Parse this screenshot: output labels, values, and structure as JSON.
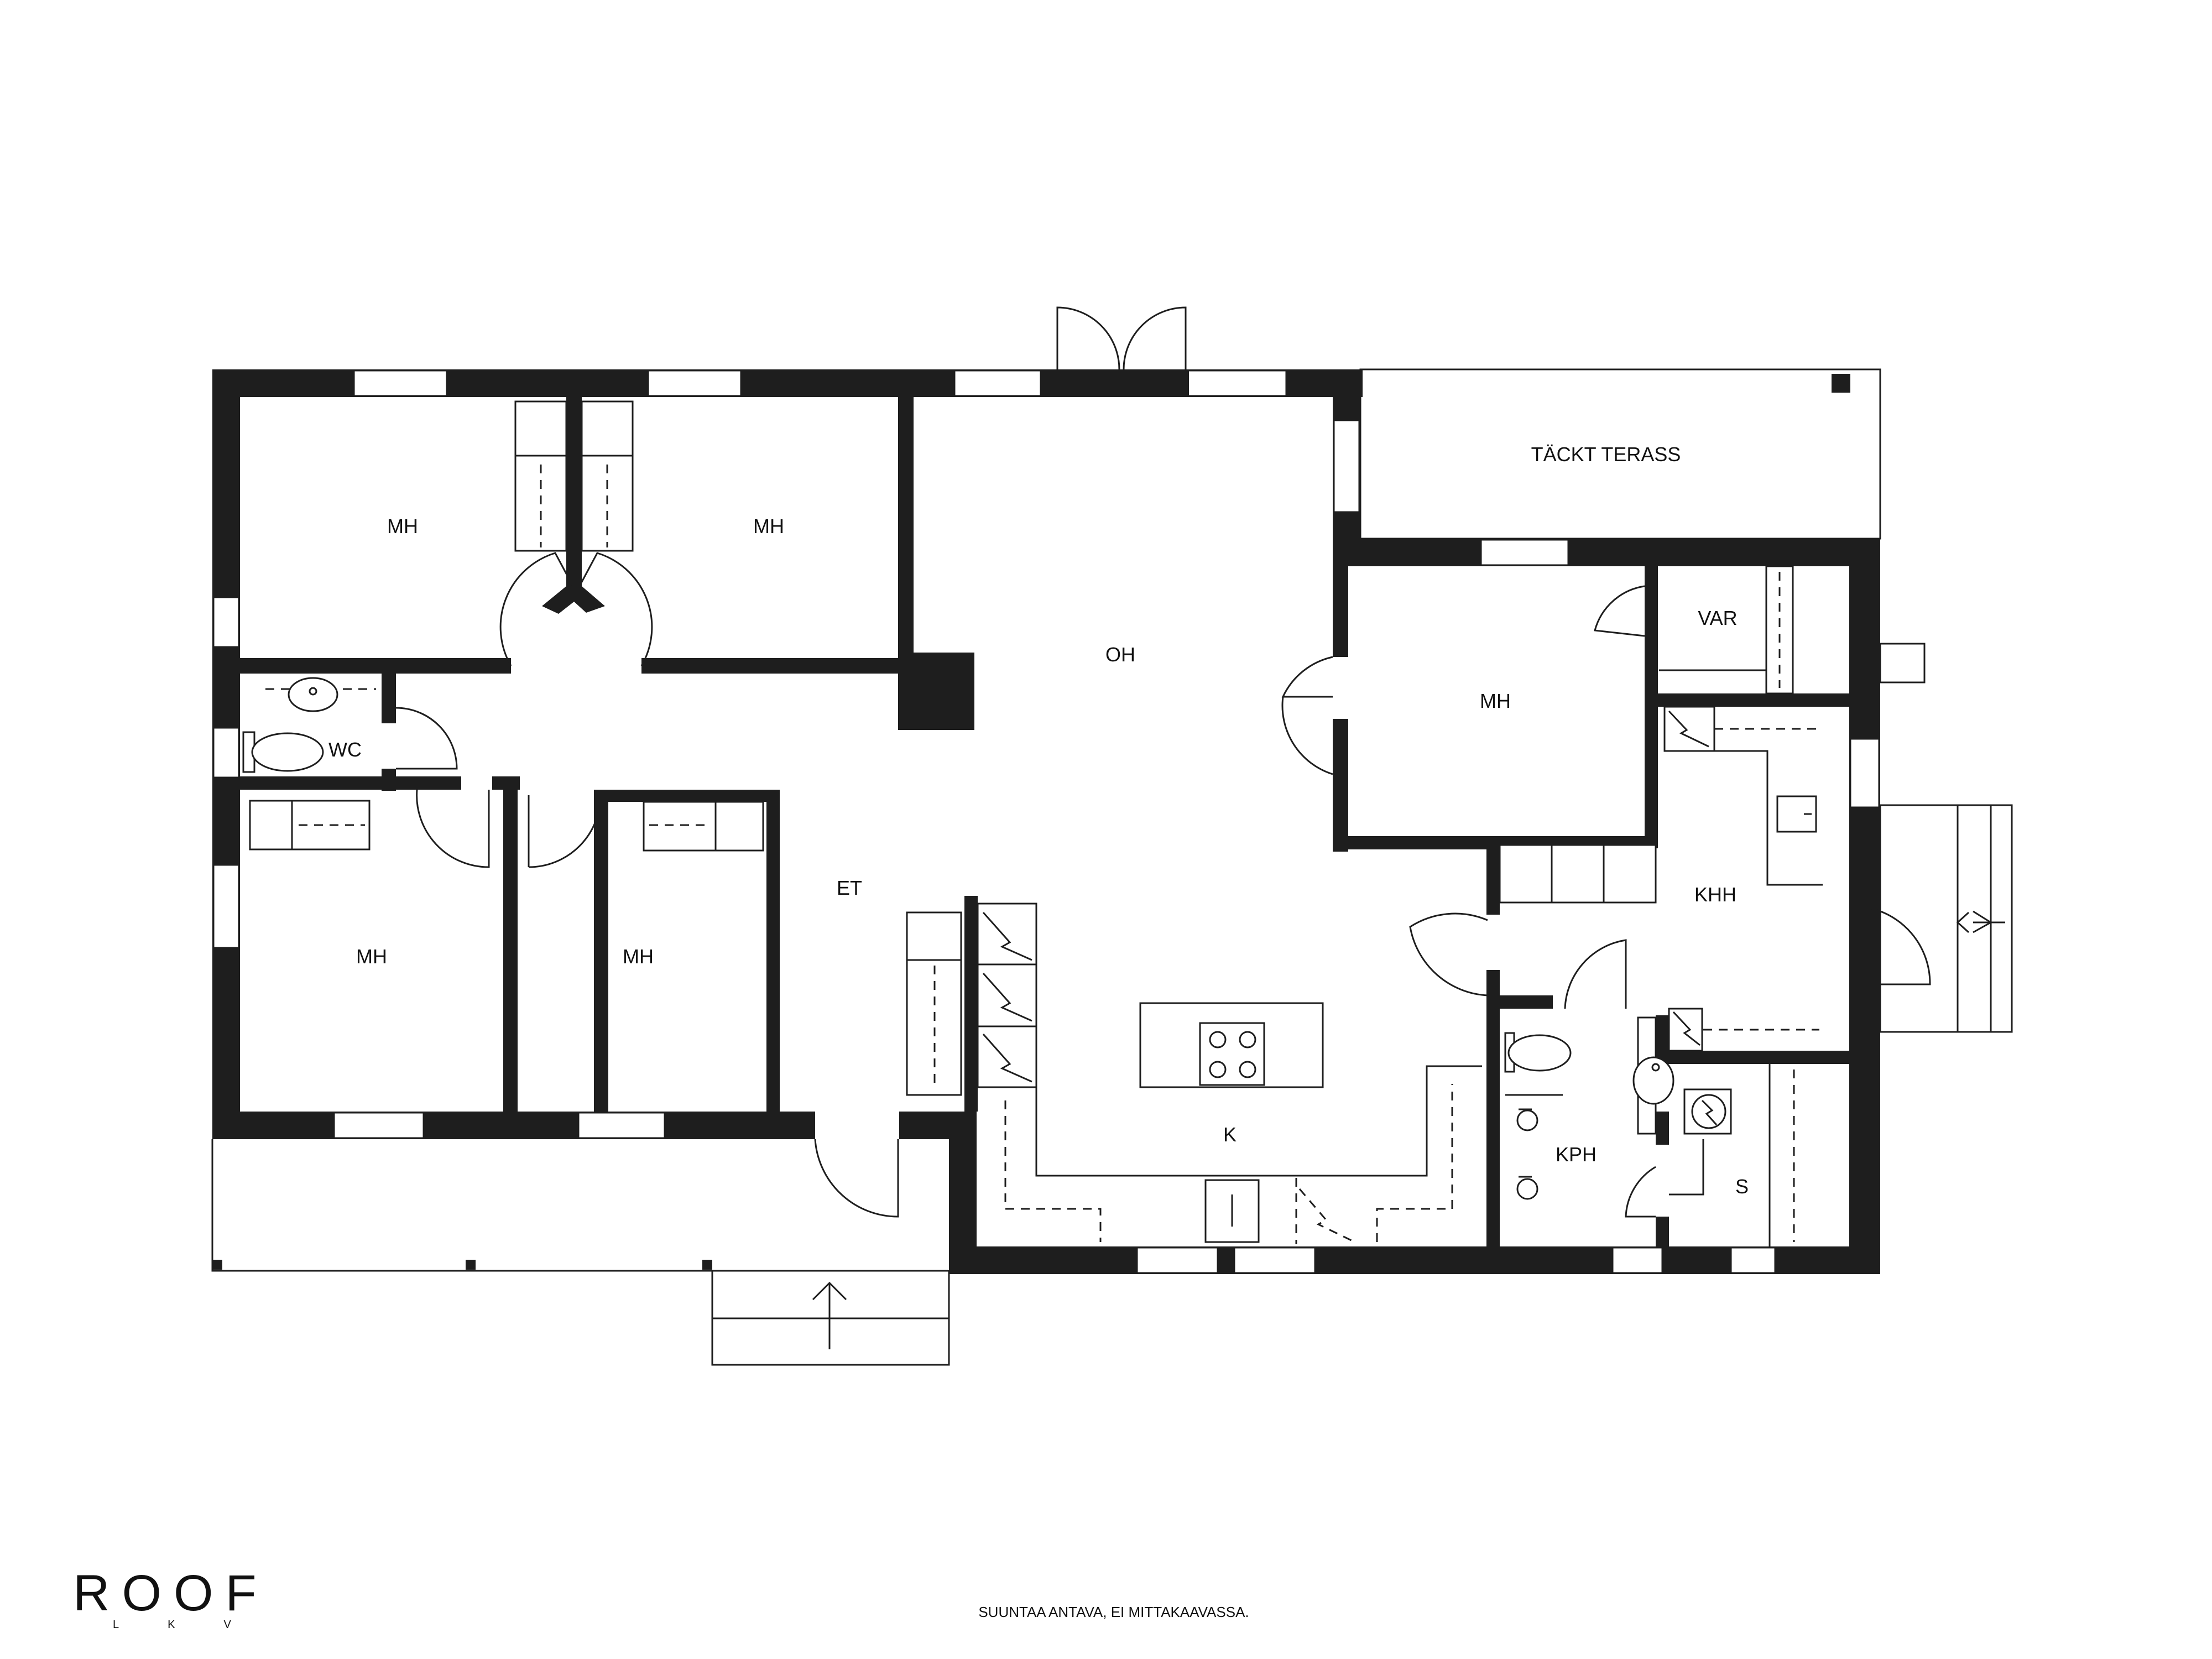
{
  "rooms": {
    "mh_top_left": "MH",
    "mh_top_mid": "MH",
    "oh": "OH",
    "tackt_terass": "TÄCKT TERASS",
    "wc": "WC",
    "var": "VAR",
    "mh_right": "MH",
    "et": "ET",
    "mh_bottom_left": "MH",
    "mh_bottom_mid": "MH",
    "khh": "KHH",
    "k": "K",
    "kph": "KPH",
    "s": "S"
  },
  "footer": {
    "note": "SUUNTAA ANTAVA, EI MITTAKAAVASSA.",
    "logo": "ROOF",
    "logo_sub": "LKV"
  },
  "colors": {
    "wall": "#1e1e1e",
    "background": "#ffffff"
  }
}
